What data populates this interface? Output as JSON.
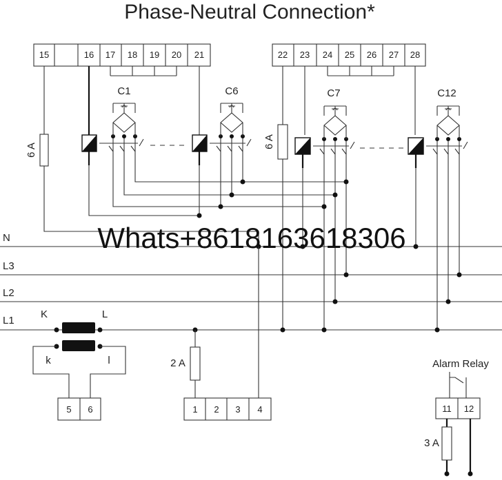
{
  "title": "Phase-Neutral Connection*",
  "terminals_left": [
    "15",
    "",
    "16",
    "17",
    "18",
    "19",
    "20",
    "21"
  ],
  "terminals_right": [
    "22",
    "23",
    "24",
    "25",
    "26",
    "27",
    "28"
  ],
  "capacitor_labels": [
    "C1",
    "C6",
    "C7",
    "C12"
  ],
  "fuses": {
    "left": "6 A",
    "middle": "6 A",
    "supply": "2 A",
    "relay": "3 A"
  },
  "lines": {
    "n": "N",
    "l3": "L3",
    "l2": "L2",
    "l1": "L1"
  },
  "ct_labels": {
    "primary_k": "K",
    "primary_l": "L",
    "secondary_k": "k",
    "secondary_l": "l"
  },
  "ct_terminals": [
    "5",
    "6"
  ],
  "supply_terminals": [
    "1",
    "2",
    "3",
    "4"
  ],
  "relay": {
    "label": "Alarm Relay",
    "terminals": [
      "11",
      "12"
    ]
  },
  "watermark": "Whats+8618163618306"
}
